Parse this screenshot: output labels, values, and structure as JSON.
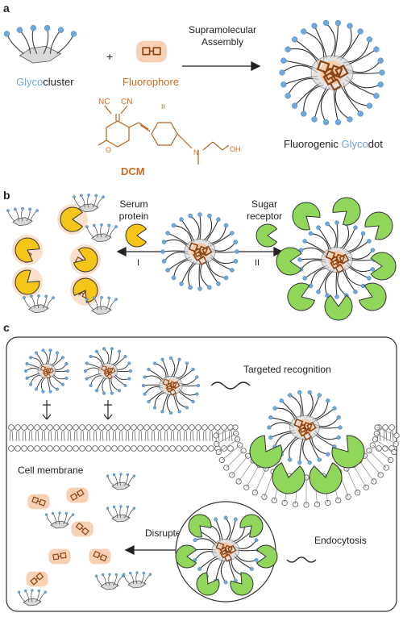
{
  "panel_a": {
    "letter": "a",
    "glycocluster": {
      "part1": "Glyco",
      "part2": "cluster"
    },
    "plus": "+",
    "fluorophore": "Fluorophore",
    "arrow_label": [
      "Supramolecular",
      "Assembly"
    ],
    "product": {
      "part1": "Fluorogenic ",
      "part2": "Glyco",
      "part3": "dot"
    },
    "molecule": {
      "name": "DCM",
      "nc1": "NC",
      "cn1": "CN",
      "oh": "OH",
      "n": "N",
      "o": "O",
      "bracket": "II"
    }
  },
  "panel_b": {
    "letter": "b",
    "serum": [
      "Serum",
      "protein"
    ],
    "sugar": [
      "Sugar",
      "receptor"
    ],
    "path_I": "I",
    "path_II": "II"
  },
  "panel_c": {
    "letter": "c",
    "targeted": "Targeted recognition",
    "membrane": "Cell membrane",
    "disrupted": "Disrupted",
    "endocytosis": "Endocytosis"
  },
  "colors": {
    "glyco_blue": "#6fa8dc",
    "fluoro_orange": "#d2691e",
    "serum_yellow": "#f5c518",
    "receptor_green": "#8fd65a",
    "glow": "#f7c9a8"
  }
}
